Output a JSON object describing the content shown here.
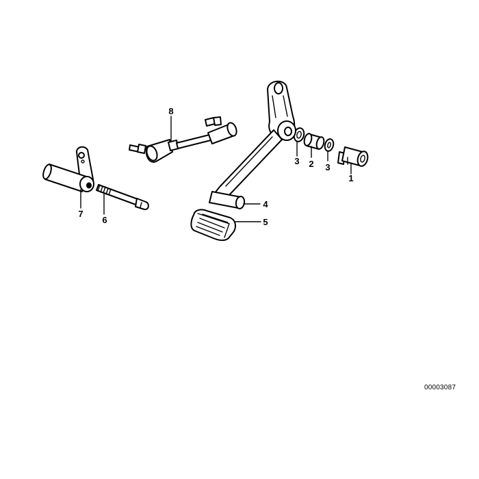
{
  "diagram": {
    "reference_id": "00003087",
    "callouts": [
      {
        "id": "callout-1",
        "label": "1"
      },
      {
        "id": "callout-2",
        "label": "2"
      },
      {
        "id": "callout-3a",
        "label": "3"
      },
      {
        "id": "callout-3b",
        "label": "3"
      },
      {
        "id": "callout-4",
        "label": "4"
      },
      {
        "id": "callout-5",
        "label": "5"
      },
      {
        "id": "callout-6",
        "label": "6"
      },
      {
        "id": "callout-7",
        "label": "7"
      },
      {
        "id": "callout-8",
        "label": "8"
      }
    ],
    "colors": {
      "line": "#000000",
      "background": "#ffffff"
    }
  }
}
